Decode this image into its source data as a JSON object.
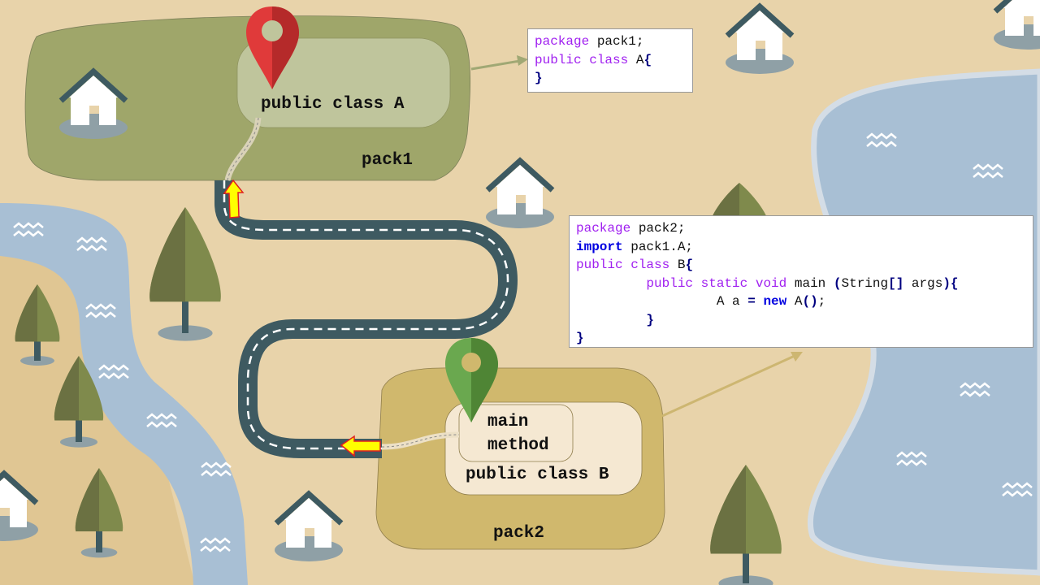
{
  "colors": {
    "background": "#e8d3aa",
    "river": "#a8bfd4",
    "pack1_area": "#9fa66a",
    "pack1_inner": "#bfc59c",
    "pack2_area": "#d0b86d",
    "pack2_inner": "#f5e8d2",
    "road": "#3e5a61",
    "pin_a": "#e03a3a",
    "pin_b": "#6aa84f",
    "arrow_fill": "#ffff00",
    "arrow_outline": "#e02020"
  },
  "labels": {
    "pack1": "pack1",
    "pack2": "pack2",
    "class_a": "public class A",
    "class_b": "public class B",
    "main_line1": "main",
    "main_line2": "method"
  },
  "code_a": {
    "lines": [
      [
        {
          "t": "kw",
          "s": "package "
        },
        {
          "t": "tx",
          "s": "pack1;"
        }
      ],
      [
        {
          "t": "kw",
          "s": "public class "
        },
        {
          "t": "tx",
          "s": "A"
        },
        {
          "t": "pn",
          "s": "{"
        }
      ],
      [
        {
          "t": "pn",
          "s": "}"
        }
      ]
    ]
  },
  "code_b": {
    "lines": [
      [
        {
          "t": "kw",
          "s": "package "
        },
        {
          "t": "tx",
          "s": "pack2;"
        }
      ],
      [
        {
          "t": "bk",
          "s": "import "
        },
        {
          "t": "tx",
          "s": "pack1.A;"
        }
      ],
      [
        {
          "t": "kw",
          "s": "public class "
        },
        {
          "t": "tx",
          "s": "B"
        },
        {
          "t": "pn",
          "s": "{"
        }
      ],
      [
        {
          "t": "tx",
          "s": "         "
        },
        {
          "t": "kw",
          "s": "public static void "
        },
        {
          "t": "tx",
          "s": "main "
        },
        {
          "t": "pn",
          "s": "("
        },
        {
          "t": "tx",
          "s": "String"
        },
        {
          "t": "pn",
          "s": "[]"
        },
        {
          "t": "tx",
          "s": " args"
        },
        {
          "t": "pn",
          "s": "){"
        }
      ],
      [
        {
          "t": "tx",
          "s": "                  A a "
        },
        {
          "t": "pn",
          "s": "="
        },
        {
          "t": "tx",
          "s": " "
        },
        {
          "t": "bk",
          "s": "new "
        },
        {
          "t": "tx",
          "s": "A"
        },
        {
          "t": "pn",
          "s": "()"
        },
        {
          "t": "tx",
          "s": ";"
        }
      ],
      [
        {
          "t": "tx",
          "s": "         "
        },
        {
          "t": "pn",
          "s": "}"
        }
      ],
      [
        {
          "t": "pn",
          "s": "}"
        }
      ]
    ]
  }
}
